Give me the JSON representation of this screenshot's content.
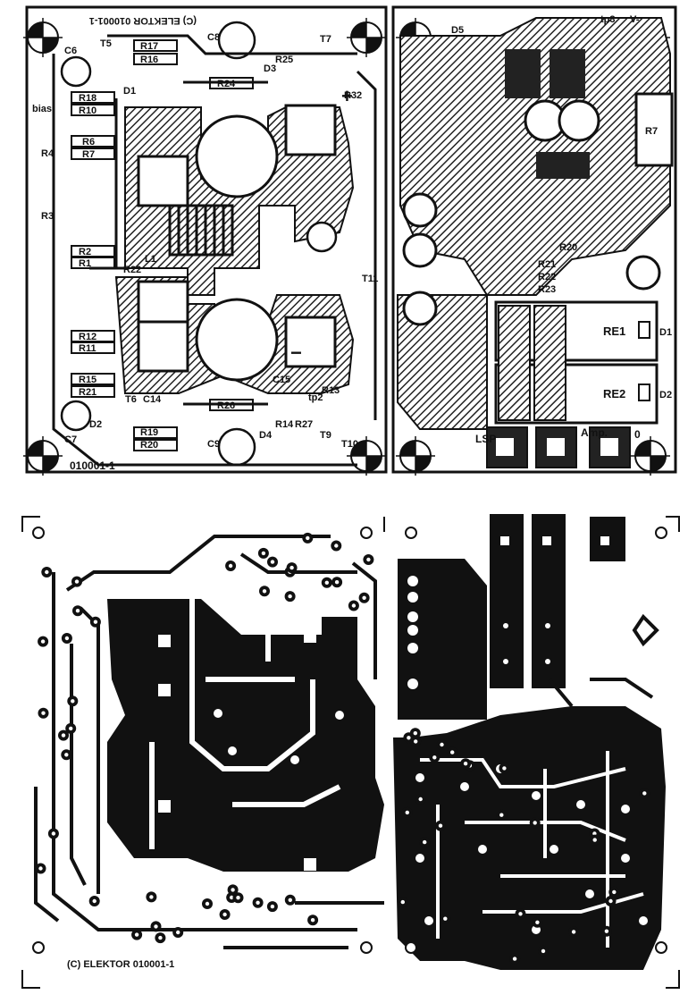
{
  "colors": {
    "ink": "#111111",
    "paper": "#ffffff",
    "mid": "#555555"
  },
  "top_board": {
    "left_section": {
      "board_code": "010001-1",
      "copyright": "(C) ELEKTOR  010001-1",
      "polarity_plus": "+",
      "polarity_minus": "−",
      "labels": {
        "R17": "R17",
        "R16": "R16",
        "R18": "R18",
        "R10": "R10",
        "R6": "R6",
        "R7": "R7",
        "R4": "R4",
        "R3": "R3",
        "R2": "R2",
        "R1": "R1",
        "R22": "R22",
        "R12": "R12",
        "R11": "R11",
        "R15": "R15",
        "R21": "R21",
        "R24": "R24",
        "R25": "R25",
        "R26": "R26",
        "R19": "R19",
        "R20": "R20",
        "R14": "R14",
        "R13": "R13",
        "R27": "R27",
        "R32": "R32",
        "C6": "C6",
        "C8": "C8",
        "C7": "C7",
        "C9": "C9",
        "C14": "C14",
        "C15": "C15",
        "D1": "D1",
        "D2": "D2",
        "D3": "D3",
        "D4": "D4",
        "T5": "T5",
        "T6": "T6",
        "T7": "T7",
        "T9": "T9",
        "T10": "T10",
        "T11": "T11",
        "L1": "L1",
        "tp2": "tp2",
        "bias": "bias"
      }
    },
    "right_section": {
      "labels": {
        "D5": "D5",
        "R7": "R7",
        "R20": "R20",
        "R21": "R21",
        "R22": "R22",
        "R23": "R23",
        "RE1": "RE1",
        "RE2": "RE2",
        "D1": "D1",
        "D2": "D2",
        "LSP": "LSP",
        "Amp": "Amp.",
        "zero": "0",
        "tp3": "tp3",
        "V": "V-"
      }
    }
  },
  "bottom_board": {
    "copyright": "(C) ELEKTOR  010001-1"
  }
}
